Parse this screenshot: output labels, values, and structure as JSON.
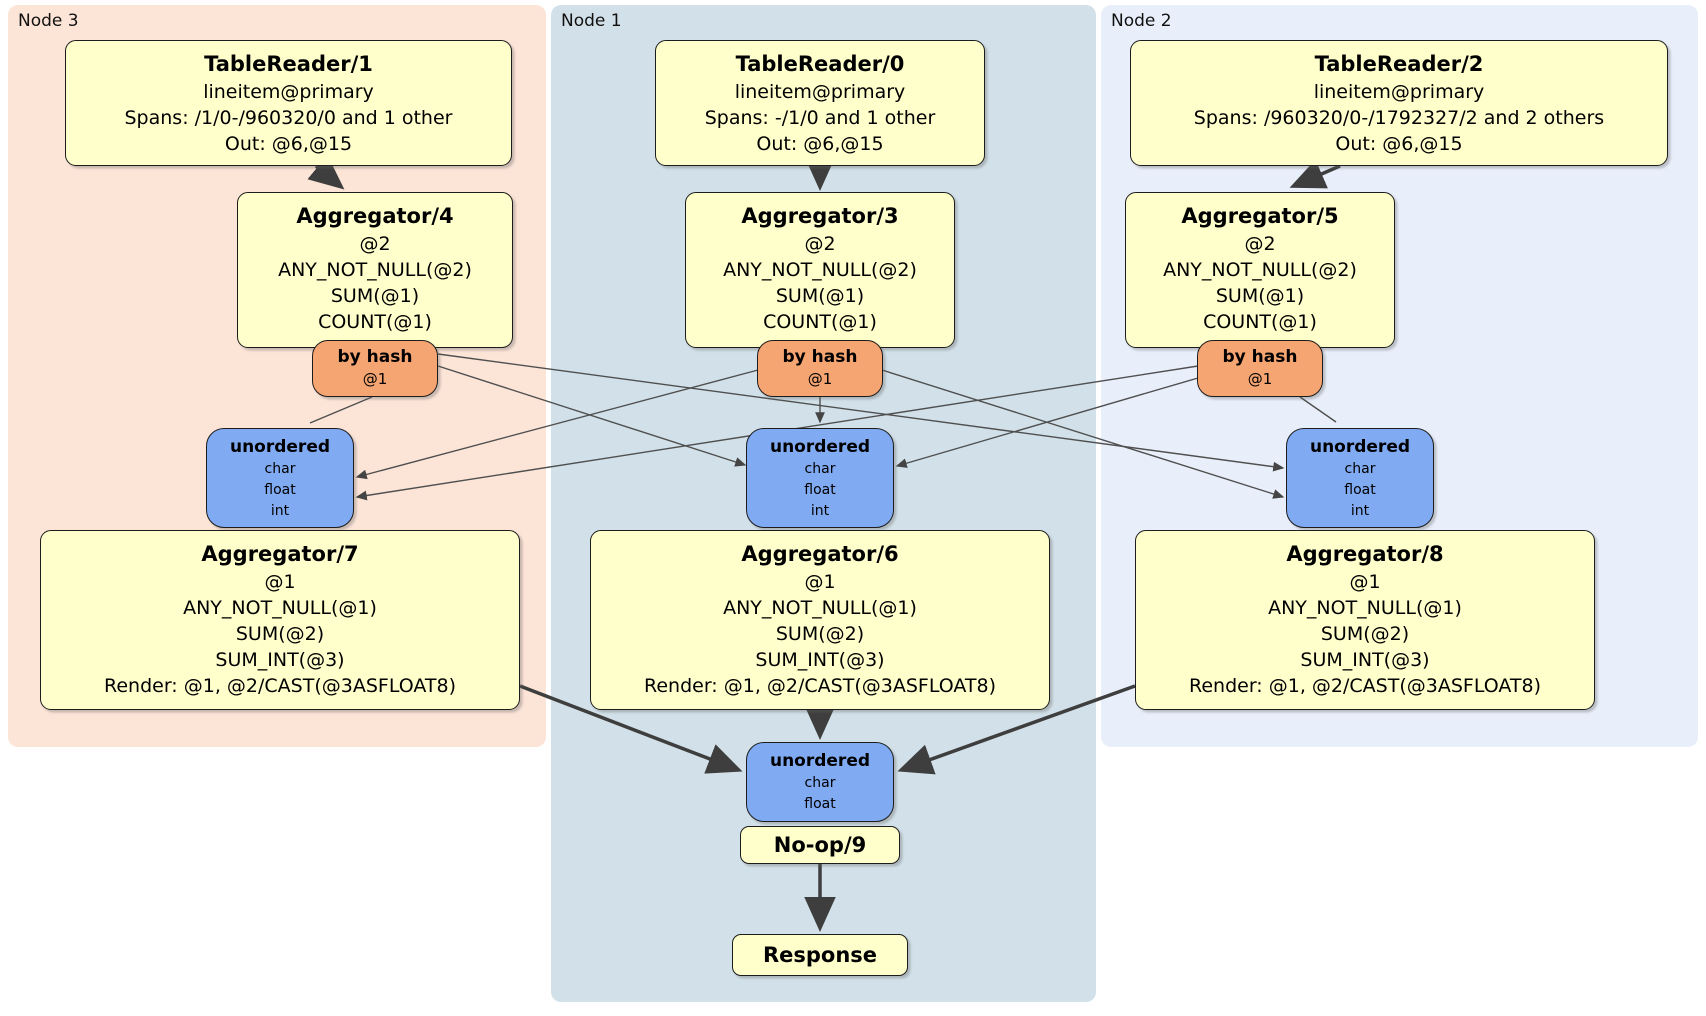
{
  "nodes": {
    "n3": {
      "label": "Node 3",
      "tr": {
        "title": "TableReader/1",
        "l1": "lineitem@primary",
        "l2": "Spans: /1/0-/960320/0 and 1 other",
        "l3": "Out: @6,@15"
      },
      "agg1": {
        "title": "Aggregator/4",
        "l1": "@2",
        "l2": "ANY_NOT_NULL(@2)",
        "l3": "SUM(@1)",
        "l4": "COUNT(@1)"
      },
      "router": {
        "title": "by hash",
        "sub": "@1"
      },
      "sync": {
        "title": "unordered",
        "l1": "char",
        "l2": "float",
        "l3": "int"
      },
      "agg2": {
        "title": "Aggregator/7",
        "l1": "@1",
        "l2": "ANY_NOT_NULL(@1)",
        "l3": "SUM(@2)",
        "l4": "SUM_INT(@3)",
        "l5": "Render: @1, @2/CAST(@3ASFLOAT8)"
      }
    },
    "n1": {
      "label": "Node 1",
      "tr": {
        "title": "TableReader/0",
        "l1": "lineitem@primary",
        "l2": "Spans: -/1/0 and 1 other",
        "l3": "Out: @6,@15"
      },
      "agg1": {
        "title": "Aggregator/3",
        "l1": "@2",
        "l2": "ANY_NOT_NULL(@2)",
        "l3": "SUM(@1)",
        "l4": "COUNT(@1)"
      },
      "router": {
        "title": "by hash",
        "sub": "@1"
      },
      "sync": {
        "title": "unordered",
        "l1": "char",
        "l2": "float",
        "l3": "int"
      },
      "agg2": {
        "title": "Aggregator/6",
        "l1": "@1",
        "l2": "ANY_NOT_NULL(@1)",
        "l3": "SUM(@2)",
        "l4": "SUM_INT(@3)",
        "l5": "Render: @1, @2/CAST(@3ASFLOAT8)"
      }
    },
    "n2": {
      "label": "Node 2",
      "tr": {
        "title": "TableReader/2",
        "l1": "lineitem@primary",
        "l2": "Spans: /960320/0-/1792327/2 and 2 others",
        "l3": "Out: @6,@15"
      },
      "agg1": {
        "title": "Aggregator/5",
        "l1": "@2",
        "l2": "ANY_NOT_NULL(@2)",
        "l3": "SUM(@1)",
        "l4": "COUNT(@1)"
      },
      "router": {
        "title": "by hash",
        "sub": "@1"
      },
      "sync": {
        "title": "unordered",
        "l1": "char",
        "l2": "float",
        "l3": "int"
      },
      "agg2": {
        "title": "Aggregator/8",
        "l1": "@1",
        "l2": "ANY_NOT_NULL(@1)",
        "l3": "SUM(@2)",
        "l4": "SUM_INT(@3)",
        "l5": "Render: @1, @2/CAST(@3ASFLOAT8)"
      }
    }
  },
  "final": {
    "sync": {
      "title": "unordered",
      "l1": "char",
      "l2": "float"
    },
    "noop": "No-op/9",
    "response": "Response"
  },
  "colors": {
    "node3_bg": "#fce4d7",
    "node1_bg": "#d2e1e9",
    "node2_bg": "#e9effa",
    "processor_bg": "#ffffcc",
    "router_bg": "#f5a572",
    "sync_bg": "#80aaf2",
    "edge": "#454545"
  }
}
